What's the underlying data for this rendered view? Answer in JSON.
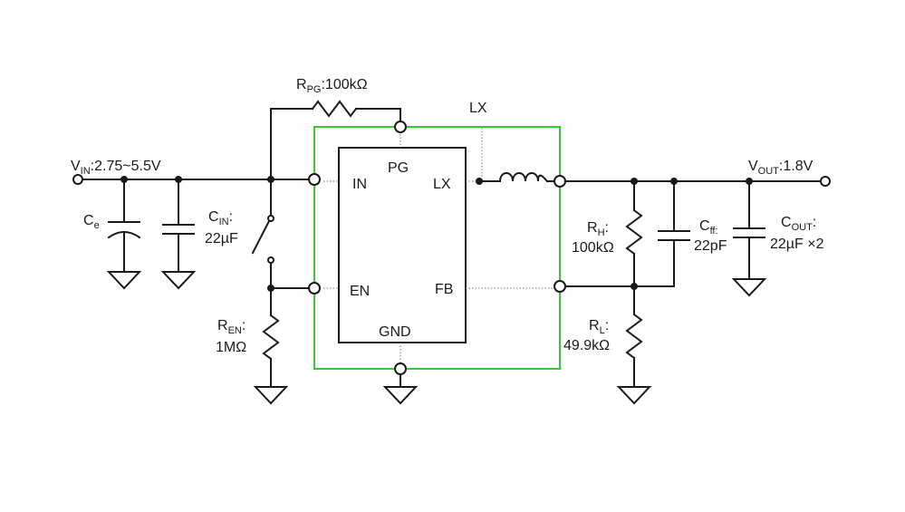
{
  "colors": {
    "wire": "#1a1a1a",
    "module_border": "#33cc33",
    "background": "#ffffff"
  },
  "vin": {
    "main": "V",
    "sub": "IN",
    "value": ":2.75~5.5V"
  },
  "vout": {
    "main": "V",
    "sub": "OUT",
    "value": ":1.8V"
  },
  "rpg": {
    "main": "R",
    "sub": "PG",
    "value": ":100kΩ"
  },
  "lx_top": "LX",
  "ic": {
    "pins": {
      "in": "IN",
      "pg": "PG",
      "lx": "LX",
      "en": "EN",
      "fb": "FB",
      "gnd": "GND"
    }
  },
  "ce": {
    "main": "C",
    "sub": "e"
  },
  "cin": {
    "main": "C",
    "sub": "IN",
    "suffix": ":",
    "value": "22µF"
  },
  "ren": {
    "main": "R",
    "sub": "EN",
    "suffix": ":",
    "value": "1MΩ"
  },
  "rh": {
    "main": "R",
    "sub": "H",
    "suffix": ":",
    "value": "100kΩ"
  },
  "rl": {
    "main": "R",
    "sub": "L",
    "suffix": ":",
    "value": "49.9kΩ"
  },
  "cff": {
    "main": "C",
    "sub": "ff:",
    "value": "22pF"
  },
  "cout": {
    "main": "C",
    "sub": "OUT",
    "suffix": ":",
    "value": "22µF ×2"
  }
}
